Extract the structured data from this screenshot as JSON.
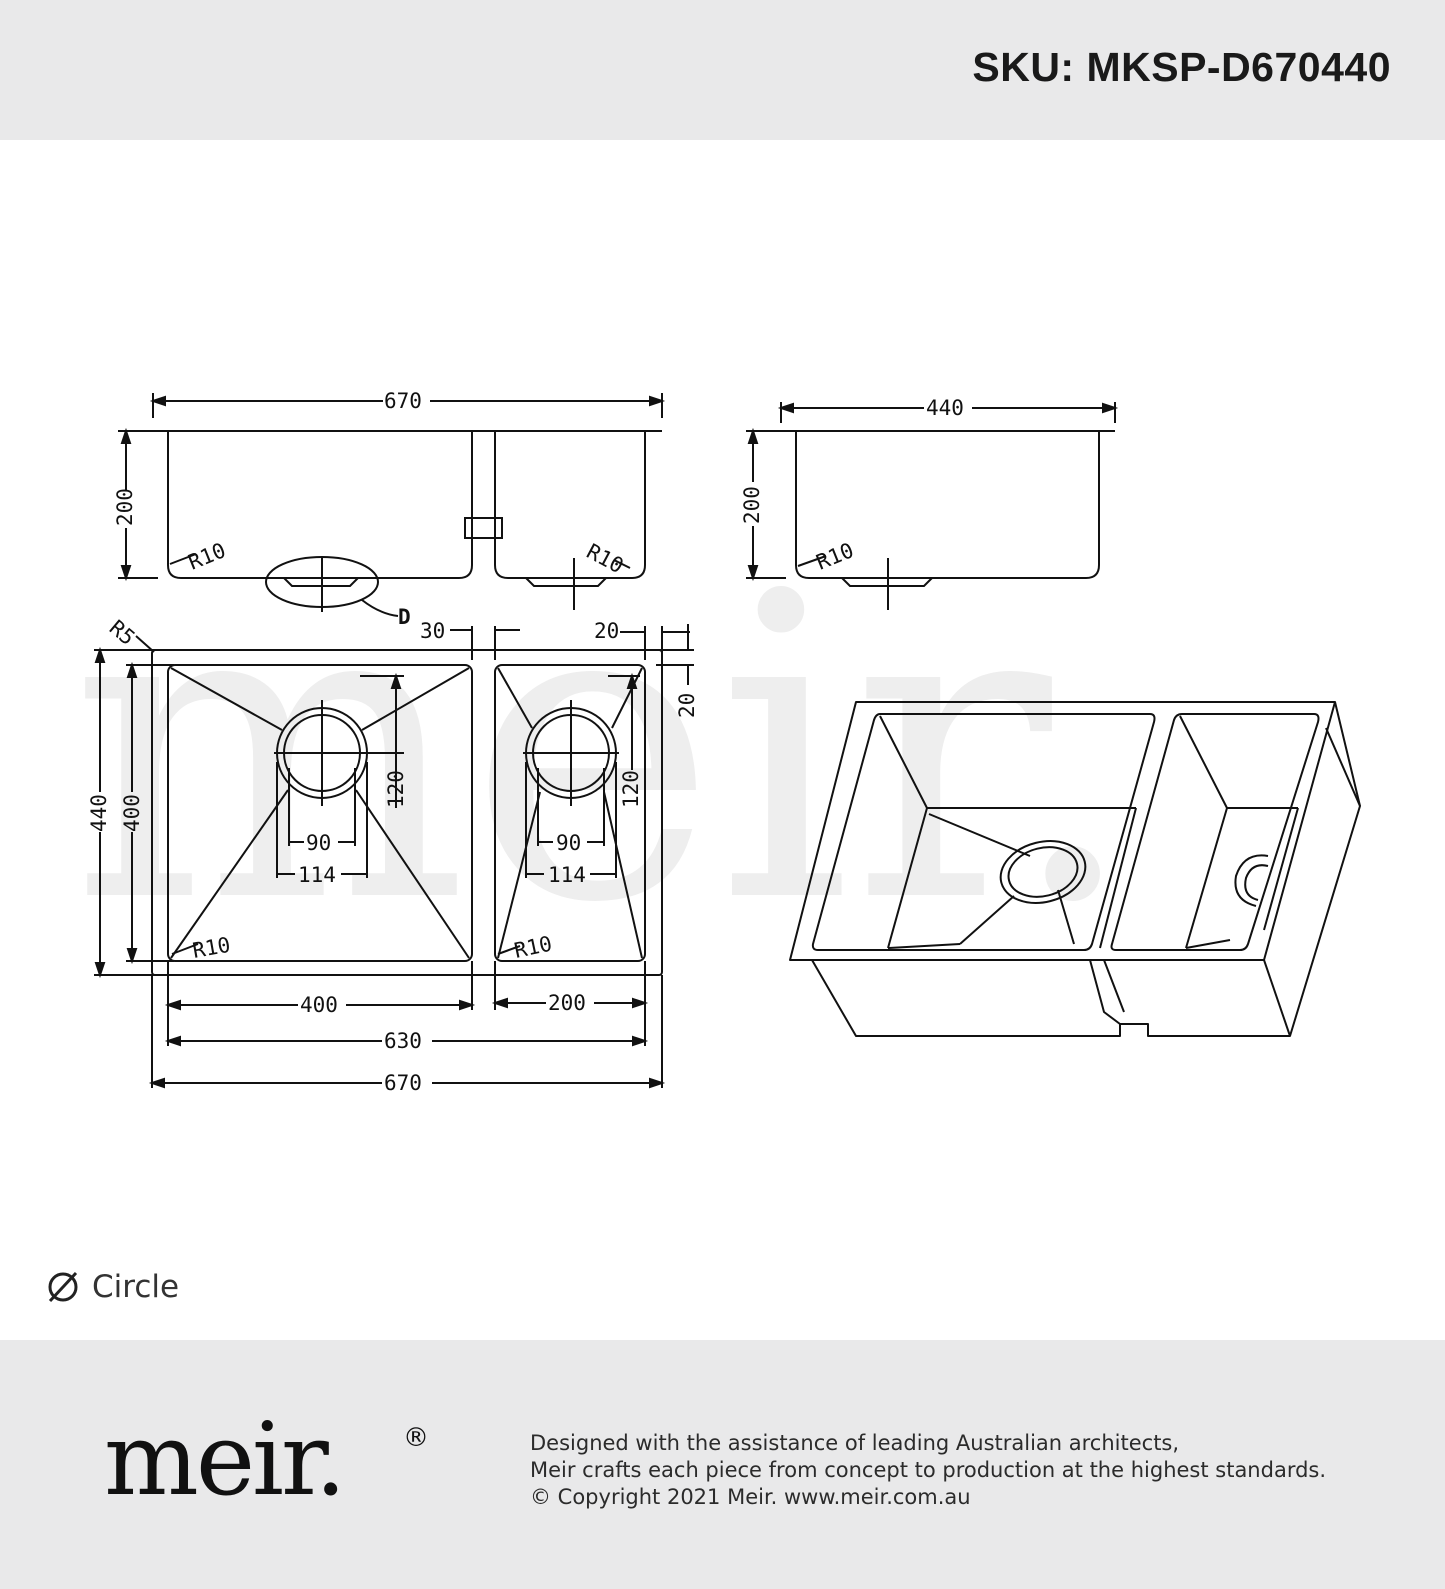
{
  "header": {
    "sku": "SKU: MKSP-D670440"
  },
  "dimensions": {
    "side_view": {
      "width": "670",
      "height": "200",
      "radius_left": "R10",
      "radius_right": "R10",
      "detail": "D"
    },
    "end_view": {
      "width": "440",
      "height": "200",
      "radius": "R10"
    },
    "plan_view": {
      "corner_radius": "R5",
      "divider": "30",
      "flange_right": "20",
      "flange_top": "20",
      "overall_depth": "440",
      "bowl_depth": "400",
      "waste_offset_large": "120",
      "waste_offset_small": "120",
      "waste_inner_large": "90",
      "waste_outer_large": "114",
      "waste_inner_small": "90",
      "waste_outer_small": "114",
      "bowl_radius_large": "R10",
      "bowl_radius_small": "R10",
      "bowl_width_large": "400",
      "bowl_width_small": "200",
      "inner_width": "630",
      "overall_width": "670"
    }
  },
  "legend": {
    "icon": "diameter-icon",
    "label": "Circle"
  },
  "footer": {
    "logo": "meir.",
    "registered": "®",
    "tagline": [
      "Designed with the assistance of leading Australian architects,",
      "Meir crafts each piece from concept to production at the highest standards.",
      "© Copyright 2021 Meir. www.meir.com.au"
    ]
  },
  "colors": {
    "band": "#e9e9ea",
    "line": "#111111",
    "watermark": "#eeeeee"
  }
}
